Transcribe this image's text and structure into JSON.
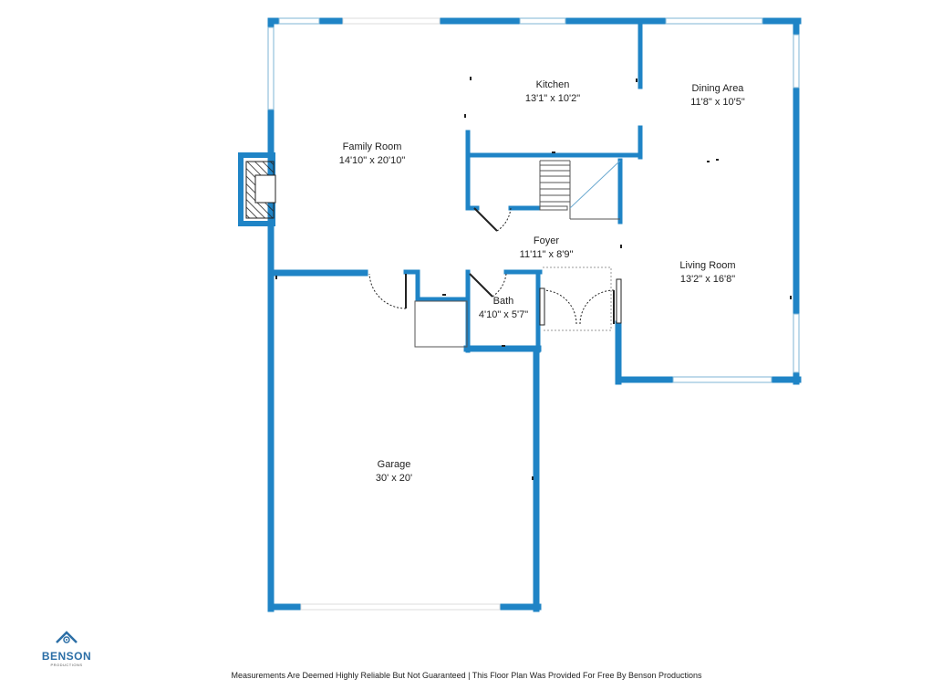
{
  "rooms": {
    "kitchen": {
      "name": "Kitchen",
      "dim": "13'1\" x 10'2\""
    },
    "dining": {
      "name": "Dining Area",
      "dim": "11'8\" x 10'5\""
    },
    "family": {
      "name": "Family Room",
      "dim": "14'10\" x 20'10\""
    },
    "foyer": {
      "name": "Foyer",
      "dim": "11'11\" x 8'9\""
    },
    "living": {
      "name": "Living Room",
      "dim": "13'2\" x 16'8\""
    },
    "bath": {
      "name": "Bath",
      "dim": "4'10\" x 5'7\""
    },
    "garage": {
      "name": "Garage",
      "dim": "30' x 20'"
    }
  },
  "logo": {
    "brand": "BENSON",
    "sub": "PRODUCTIONS"
  },
  "footer": "Measurements Are Deemed Highly Reliable But Not Guaranteed | This Floor Plan Was Provided For Free By Benson Productions",
  "colors": {
    "wall": "#1f84c6",
    "window": "#cfe6f2",
    "line": "#222222"
  }
}
